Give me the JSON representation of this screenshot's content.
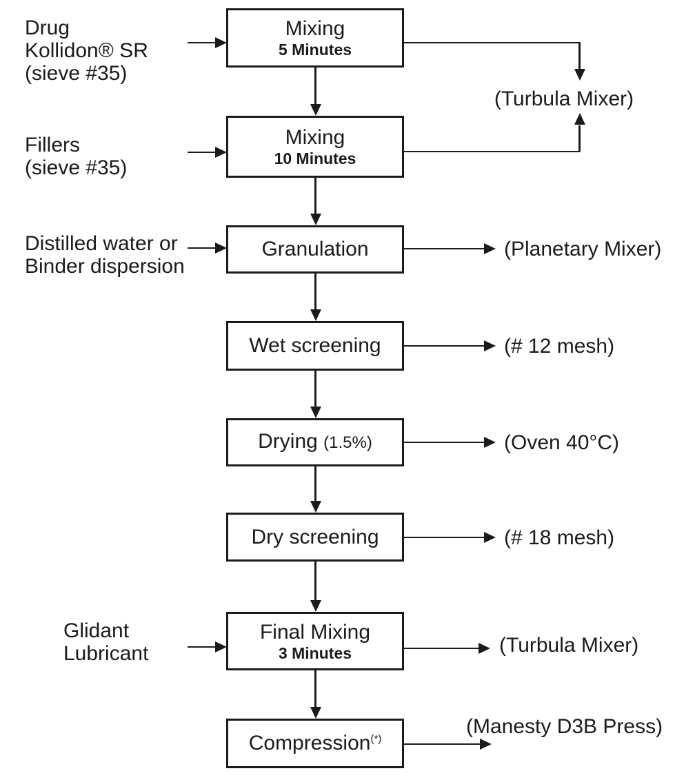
{
  "nodes": [
    {
      "label": "Mixing",
      "sublabel": "5 Minutes"
    },
    {
      "label": "Mixing",
      "sublabel": "10 Minutes"
    },
    {
      "label": "Granulation"
    },
    {
      "label": "Wet screening"
    },
    {
      "label": "Drying",
      "note": "(1.5%)"
    },
    {
      "label": "Dry screening"
    },
    {
      "label": "Final Mixing",
      "sublabel": "3 Minutes"
    },
    {
      "label": "Compression",
      "footnote_marker": "(*)"
    }
  ],
  "inputs": [
    {
      "lines": [
        "Drug",
        "Kollidon® SR",
        "(sieve #35)"
      ]
    },
    {
      "lines": [
        "Fillers",
        "(sieve #35)"
      ]
    },
    {
      "lines": [
        "Distilled water or",
        "Binder dispersion"
      ]
    },
    {
      "lines": [
        "Glidant",
        "Lubricant"
      ]
    }
  ],
  "outputs": [
    {
      "label": "(Turbula Mixer)"
    },
    {
      "label": "(Planetary Mixer)"
    },
    {
      "label": "(# 12 mesh)"
    },
    {
      "label": "(Oven 40°C)"
    },
    {
      "label": "(# 18 mesh)"
    },
    {
      "label": "(Turbula Mixer)"
    },
    {
      "label": "(Manesty D3B Press)"
    }
  ],
  "colors": {
    "ink": "#1b1b1d",
    "background": "#ffffff"
  }
}
